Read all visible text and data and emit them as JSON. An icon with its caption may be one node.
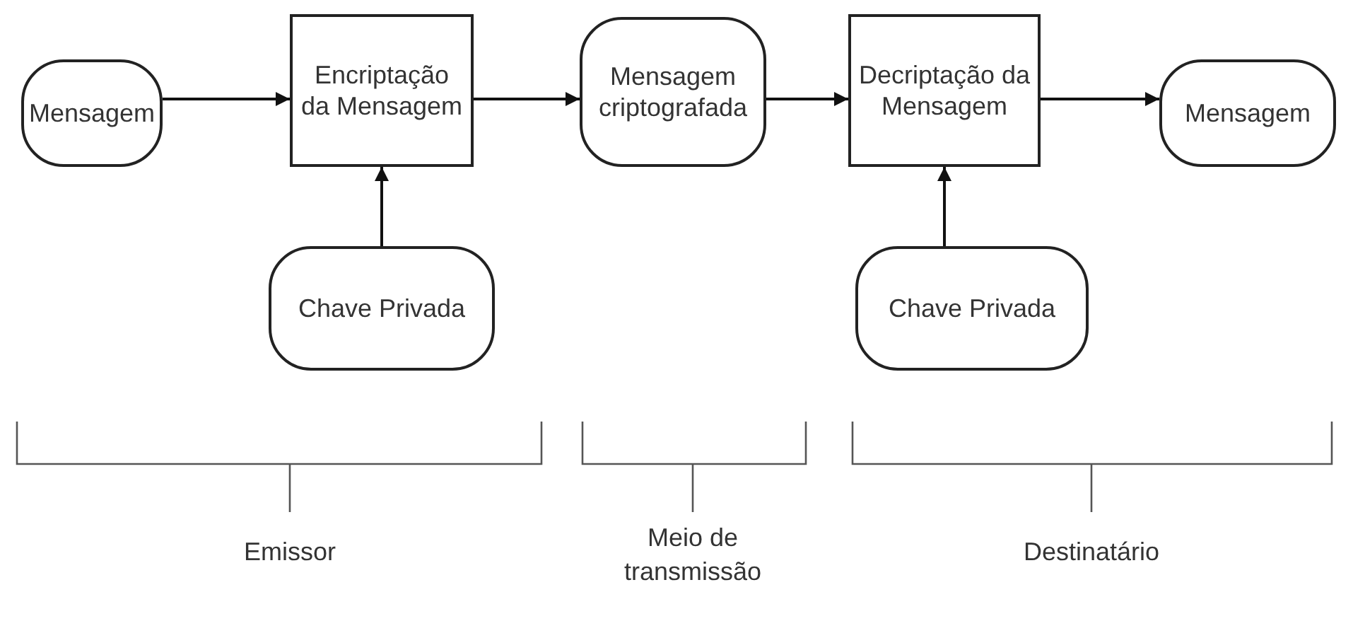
{
  "diagram": {
    "nodes": [
      {
        "text": [
          "Mensagem"
        ]
      },
      {
        "text": [
          "Encriptação da Mensagem"
        ]
      },
      {
        "text": [
          "Mensagem criptografada"
        ]
      },
      {
        "text": [
          "Decriptação da Mensagem"
        ]
      },
      {
        "text": [
          "Mensagem"
        ]
      },
      {
        "text": [
          "Chave Privada"
        ]
      },
      {
        "text": [
          "Chave Privada"
        ]
      }
    ],
    "edges": [
      {
        "from": 0,
        "to": 1,
        "arrow": "to"
      },
      {
        "from": 1,
        "to": 2,
        "arrow": "to"
      },
      {
        "from": 2,
        "to": 3,
        "arrow": "to"
      },
      {
        "from": 3,
        "to": 4,
        "arrow": "to"
      },
      {
        "from": 5,
        "to": 1,
        "arrow": "to"
      },
      {
        "from": 6,
        "to": 3,
        "arrow": "to"
      }
    ],
    "labels": [
      "Emissor",
      "Meio de transmissão",
      "Destinatário"
    ]
  }
}
